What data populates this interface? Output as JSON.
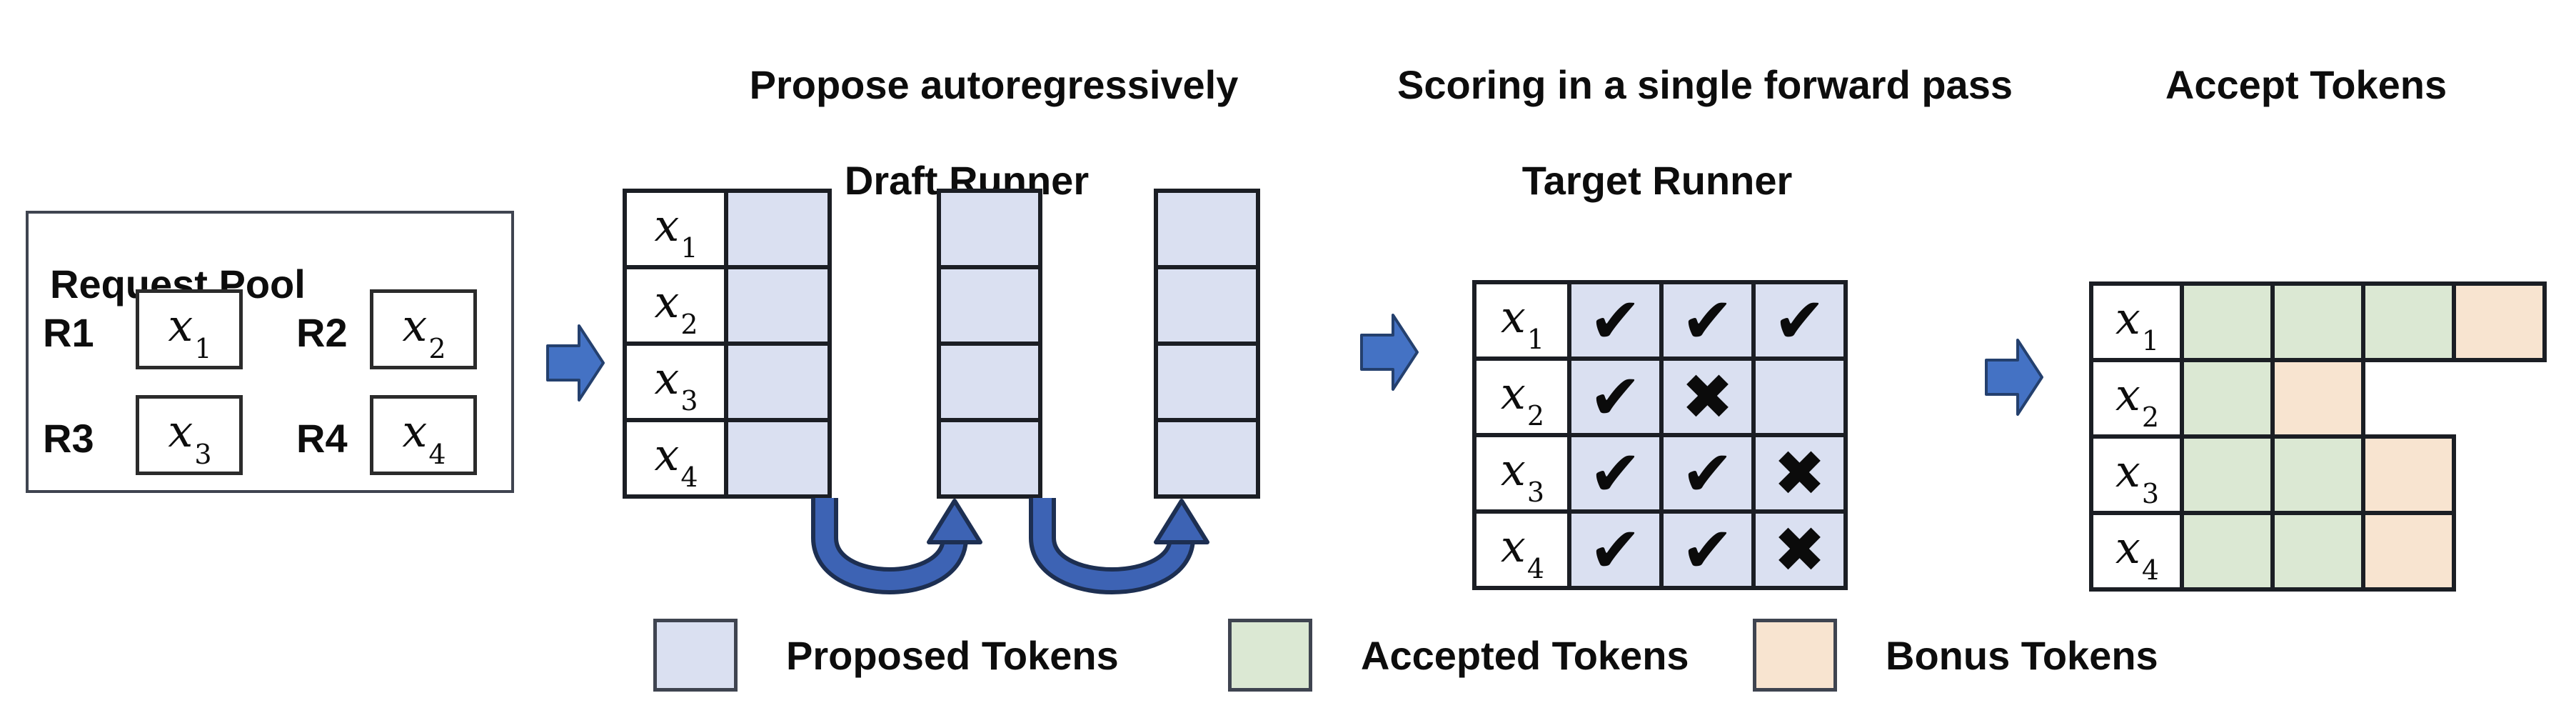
{
  "titles": {
    "propose": "Propose autoregressively",
    "draft_runner": "Draft Runner",
    "scoring": "Scoring in a single forward pass",
    "target_runner": "Target Runner",
    "accept": "Accept Tokens"
  },
  "request_pool": {
    "title": "Request Pool",
    "requests": [
      {
        "id": "R1",
        "token": {
          "base": "x",
          "sub": "1"
        }
      },
      {
        "id": "R2",
        "token": {
          "base": "x",
          "sub": "2"
        }
      },
      {
        "id": "R3",
        "token": {
          "base": "x",
          "sub": "3"
        }
      },
      {
        "id": "R4",
        "token": {
          "base": "x",
          "sub": "4"
        }
      }
    ]
  },
  "draft": {
    "row_labels": [
      {
        "base": "x",
        "sub": "1"
      },
      {
        "base": "x",
        "sub": "2"
      },
      {
        "base": "x",
        "sub": "3"
      },
      {
        "base": "x",
        "sub": "4"
      }
    ],
    "proposal_steps": 3
  },
  "target": {
    "row_labels": [
      {
        "base": "x",
        "sub": "1"
      },
      {
        "base": "x",
        "sub": "2"
      },
      {
        "base": "x",
        "sub": "3"
      },
      {
        "base": "x",
        "sub": "4"
      }
    ],
    "grid": [
      [
        "check",
        "check",
        "check"
      ],
      [
        "check",
        "cross",
        "none"
      ],
      [
        "check",
        "check",
        "cross"
      ],
      [
        "check",
        "check",
        "cross"
      ]
    ],
    "symbols": {
      "check": "✔",
      "cross": "✖",
      "none": ""
    }
  },
  "accept": {
    "row_labels": [
      {
        "base": "x",
        "sub": "1"
      },
      {
        "base": "x",
        "sub": "2"
      },
      {
        "base": "x",
        "sub": "3"
      },
      {
        "base": "x",
        "sub": "4"
      }
    ],
    "rows": [
      [
        "accepted",
        "accepted",
        "accepted",
        "bonus"
      ],
      [
        "accepted",
        "bonus"
      ],
      [
        "accepted",
        "accepted",
        "bonus"
      ],
      [
        "accepted",
        "accepted",
        "bonus"
      ]
    ]
  },
  "legend": [
    {
      "label": "Proposed Tokens",
      "color": "#dae0f1"
    },
    {
      "label": "Accepted Tokens",
      "color": "#dbe8d3"
    },
    {
      "label": "Bonus Tokens",
      "color": "#f8e4d0"
    }
  ],
  "colors": {
    "proposed_fill": "#dae0f1",
    "accepted_fill": "#dbe8d3",
    "bonus_fill": "#f8e4d0",
    "grid_line": "#1b1e24",
    "arrow_fill": "#4472c4",
    "arrow_outline": "#24406e",
    "curve_fill": "#3d63b4",
    "curve_outline": "#1d2f52",
    "box_border": "#3f4450",
    "text": "#0d0d0d"
  }
}
